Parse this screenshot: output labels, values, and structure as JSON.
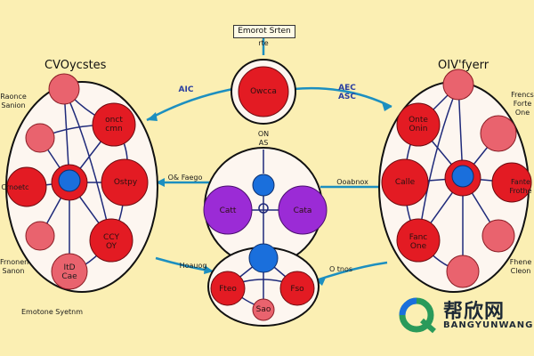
{
  "labels": {
    "top_title": "Emorot Srten",
    "left_title": "CVOycstes",
    "right_title": "OIV'fyerr",
    "bottom_left_label": "Emotone Syetnm",
    "center_top_node": "Owcca",
    "center_left_node": "Catt",
    "center_right_node": "Cata",
    "left_node_top_inner": "onct\ncmn",
    "left_node_mid_inner": "Ostpy",
    "left_node_low_inner": "CCY\nOY",
    "left_node_bottom": "ItD\nCae",
    "left_outer_1": "Raonce\nSanion",
    "left_outer_2": "Crnoetc",
    "left_outer_3": "Frnonen\nSanon",
    "right_node_top_inner": "Onte\nOnin",
    "right_node_mid_inner": "Calle",
    "right_node_low_inner": "Fanc\nOne",
    "right_outer_1": "Frencs\nForte\nOne",
    "right_outer_2": "Fante\nFrothe",
    "right_outer_3": "Fhene\nCleon",
    "bottom_node_left": "Fteo",
    "bottom_node_right": "Fso",
    "bottom_node_low": "Sao",
    "arrow_left_top": "AIC",
    "arrow_right_top": "AEC\nASC",
    "arrow_left_mid": "O& Faego",
    "arrow_right_mid": "Ooabnox",
    "arrow_left_low": "Hoauog",
    "arrow_right_low": "O tnos",
    "center_small_top": "rte",
    "center_small_mid": "ON\nAS"
  },
  "watermark": {
    "chinese": "帮欣网",
    "english": "BANGYUNWANG"
  },
  "colors": {
    "background": "#fbefb3",
    "cell_fill": "#fdf6f0",
    "node_red": "#e31b23",
    "node_pink": "#e9636e",
    "node_blue": "#1a6fdc",
    "node_purple": "#9b2bd6",
    "link_navy": "#1f2a7a",
    "arrow_teal": "#1c8fc0"
  }
}
